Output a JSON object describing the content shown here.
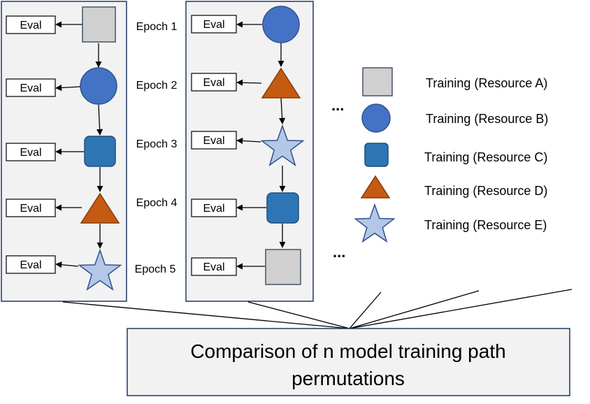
{
  "epochs": [
    "Epoch 1",
    "Epoch 2",
    "Epoch 3",
    "Epoch 4",
    "Epoch 5"
  ],
  "eval_label": "Eval",
  "legend": [
    {
      "shape": "square-icon",
      "label": "Training (Resource A)"
    },
    {
      "shape": "circle-icon",
      "label": "Training (Resource B)"
    },
    {
      "shape": "rounded-square-icon",
      "label": "Training (Resource C)"
    },
    {
      "shape": "triangle-icon",
      "label": "Training (Resource D)"
    },
    {
      "shape": "star-icon",
      "label": "Training (Resource E)"
    }
  ],
  "ellipsis": "...",
  "comparison": {
    "line1": "Comparison of n model training path",
    "line2": "permutations"
  },
  "colors": {
    "resource_a": "#d0d0d0",
    "resource_b": "#4472c4",
    "resource_c": "#2e75b6",
    "resource_d": "#c55a11",
    "resource_e": "#b4c7e7",
    "panel_bg": "#f2f2f2"
  }
}
